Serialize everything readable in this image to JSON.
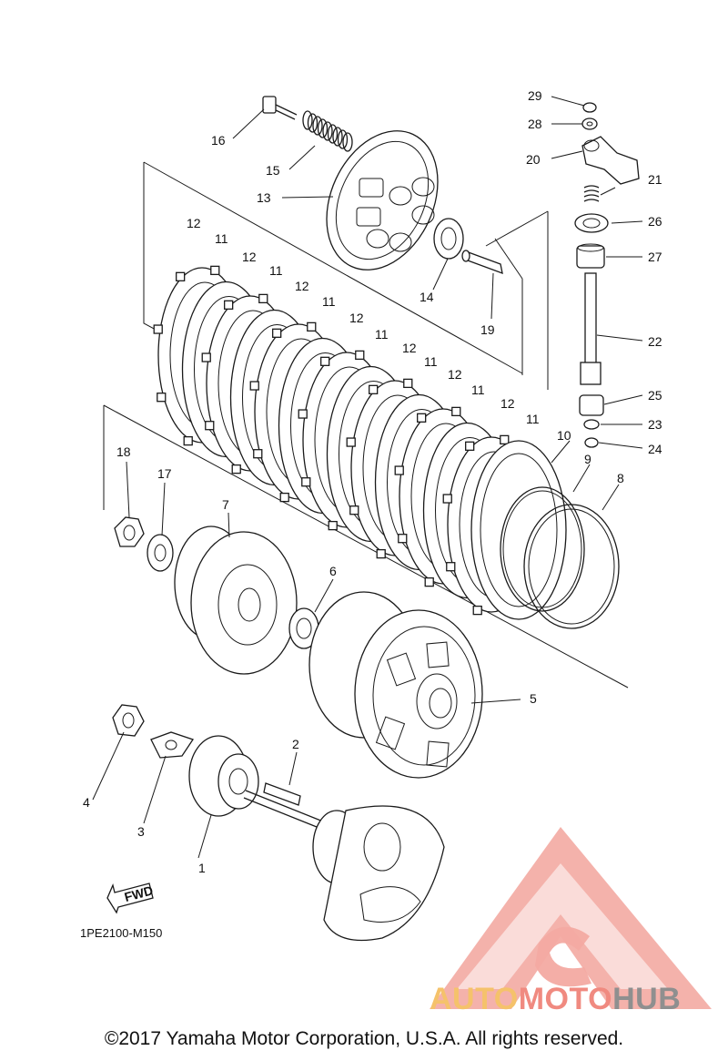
{
  "callouts": {
    "c1": "1",
    "c2": "2",
    "c3": "3",
    "c4": "4",
    "c5": "5",
    "c6": "6",
    "c7": "7",
    "c8": "8",
    "c9": "9",
    "c10": "10",
    "c11a": "11",
    "c11b": "11",
    "c11c": "11",
    "c11d": "11",
    "c11e": "11",
    "c11f": "11",
    "c11g": "11",
    "c12a": "12",
    "c12b": "12",
    "c12c": "12",
    "c12d": "12",
    "c12e": "12",
    "c12f": "12",
    "c12g": "12",
    "c13": "13",
    "c14": "14",
    "c15": "15",
    "c16": "16",
    "c17": "17",
    "c18": "18",
    "c19": "19",
    "c20": "20",
    "c21": "21",
    "c22": "22",
    "c23": "23",
    "c24": "24",
    "c25": "25",
    "c26": "26",
    "c27": "27",
    "c28": "28",
    "c29": "29"
  },
  "fwd_label": "FWD",
  "diagram_code": "1PE2100-M150",
  "copyright": "©2017 Yamaha Motor Corporation, U.S.A. All rights reserved.",
  "watermark": {
    "part1": "AUTO",
    "part2": "MOTO",
    "part3": "HUB",
    "color1": "#f5c26b",
    "color2": "#f08a80",
    "color3": "#9a9a9a"
  }
}
